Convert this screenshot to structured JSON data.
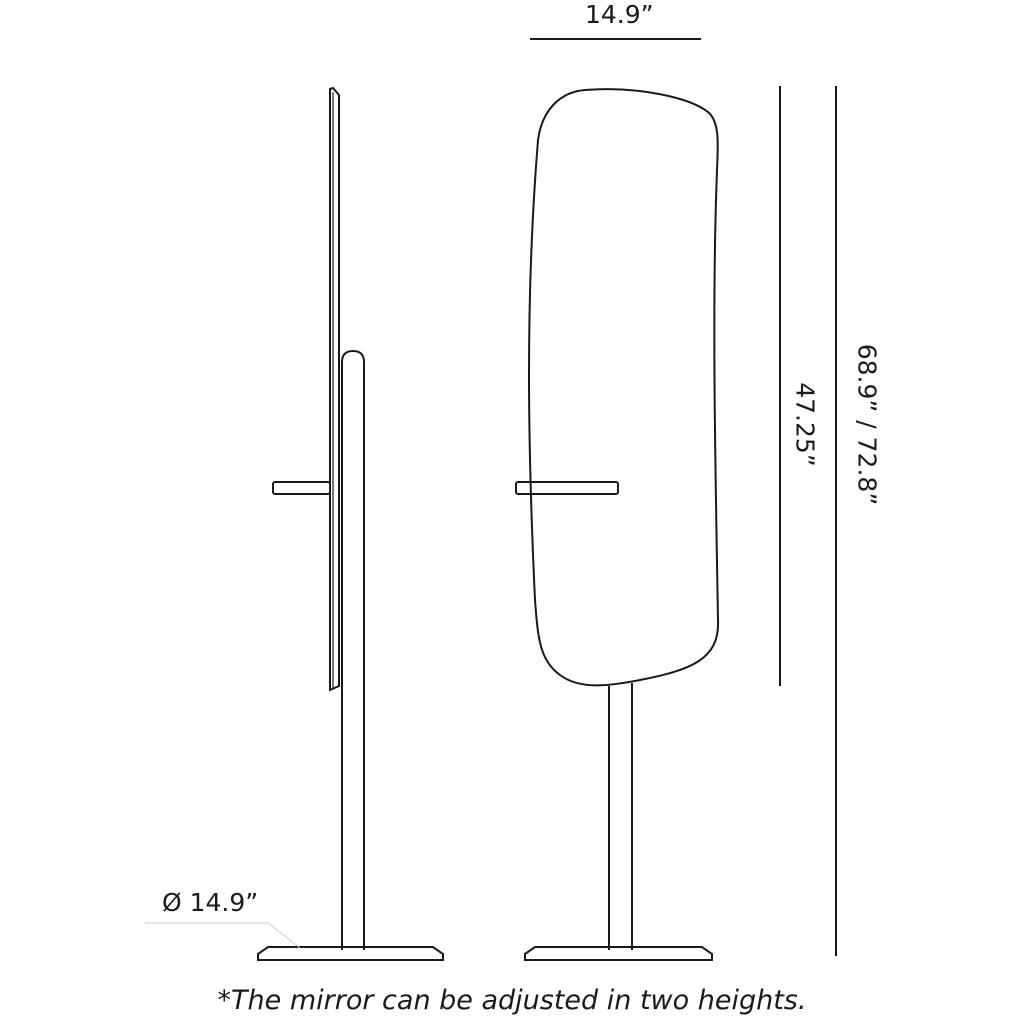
{
  "dimensions": {
    "width": "14.9”",
    "mirror_height": "47.25”",
    "total_height": "68.9” / 72.8”",
    "base_diameter": "Ø 14.9”"
  },
  "footnote": "*The mirror can be adjusted in two heights.",
  "colors": {
    "line": "#1a1a1a",
    "leader": "#cccccc"
  }
}
